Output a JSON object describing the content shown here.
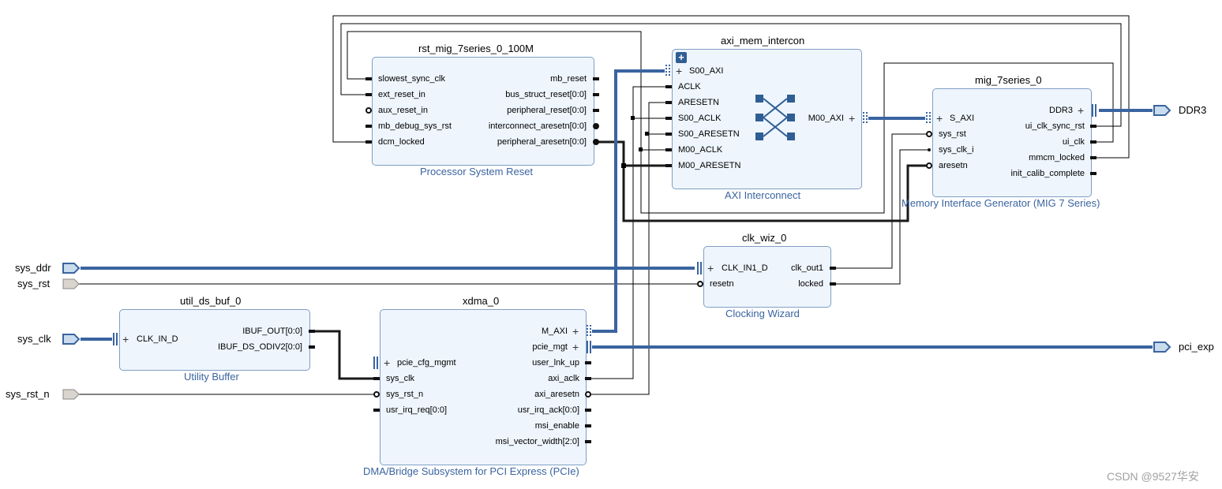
{
  "blocks": {
    "rst": {
      "title": "rst_mig_7series_0_100M",
      "subtitle": "Processor System Reset",
      "left_ports": [
        "slowest_sync_clk",
        "ext_reset_in",
        "aux_reset_in",
        "mb_debug_sys_rst",
        "dcm_locked"
      ],
      "right_ports": [
        "mb_reset",
        "bus_struct_reset[0:0]",
        "peripheral_reset[0:0]",
        "interconnect_aresetn[0:0]",
        "peripheral_aresetn[0:0]"
      ]
    },
    "axi": {
      "title": "axi_mem_intercon",
      "subtitle": "AXI Interconnect",
      "expand": "+",
      "left_ports": [
        "S00_AXI",
        "ACLK",
        "ARESETN",
        "S00_ACLK",
        "S00_ARESETN",
        "M00_ACLK",
        "M00_ARESETN"
      ],
      "right_ports": [
        "M00_AXI"
      ]
    },
    "mig": {
      "title": "mig_7series_0",
      "subtitle": "Memory Interface Generator (MIG 7 Series)",
      "left_ports": [
        "S_AXI",
        "sys_rst",
        "sys_clk_i",
        "aresetn"
      ],
      "right_ports": [
        "DDR3",
        "ui_clk_sync_rst",
        "ui_clk",
        "mmcm_locked",
        "init_calib_complete"
      ]
    },
    "clk": {
      "title": "clk_wiz_0",
      "subtitle": "Clocking Wizard",
      "left_ports": [
        "CLK_IN1_D",
        "resetn"
      ],
      "right_ports": [
        "clk_out1",
        "locked"
      ]
    },
    "buf": {
      "title": "util_ds_buf_0",
      "subtitle": "Utility Buffer",
      "left_ports": [
        "CLK_IN_D"
      ],
      "right_ports": [
        "IBUF_OUT[0:0]",
        "IBUF_DS_ODIV2[0:0]"
      ]
    },
    "xdma": {
      "title": "xdma_0",
      "subtitle": "DMA/Bridge Subsystem for PCI Express (PCIe)",
      "left_ports": [
        "pcie_cfg_mgmt",
        "sys_clk",
        "sys_rst_n",
        "usr_irq_req[0:0]"
      ],
      "right_ports": [
        "M_AXI",
        "pcie_mgt",
        "user_lnk_up",
        "axi_aclk",
        "axi_aresetn",
        "usr_irq_ack[0:0]",
        "msi_enable",
        "msi_vector_width[2:0]"
      ]
    }
  },
  "external_ports": {
    "sys_ddr": "sys_ddr",
    "sys_rst": "sys_rst",
    "sys_clk": "sys_clk",
    "sys_rst_n": "sys_rst_n",
    "DDR3": "DDR3",
    "pci_exp": "pci_exp"
  },
  "colors": {
    "bus": "#3a64a0",
    "wire": "#000000",
    "block_fill": "#eef5fd",
    "block_border": "#7f9fc4",
    "port_fill": "#d9d4cd"
  },
  "watermark": "CSDN @9527华安"
}
